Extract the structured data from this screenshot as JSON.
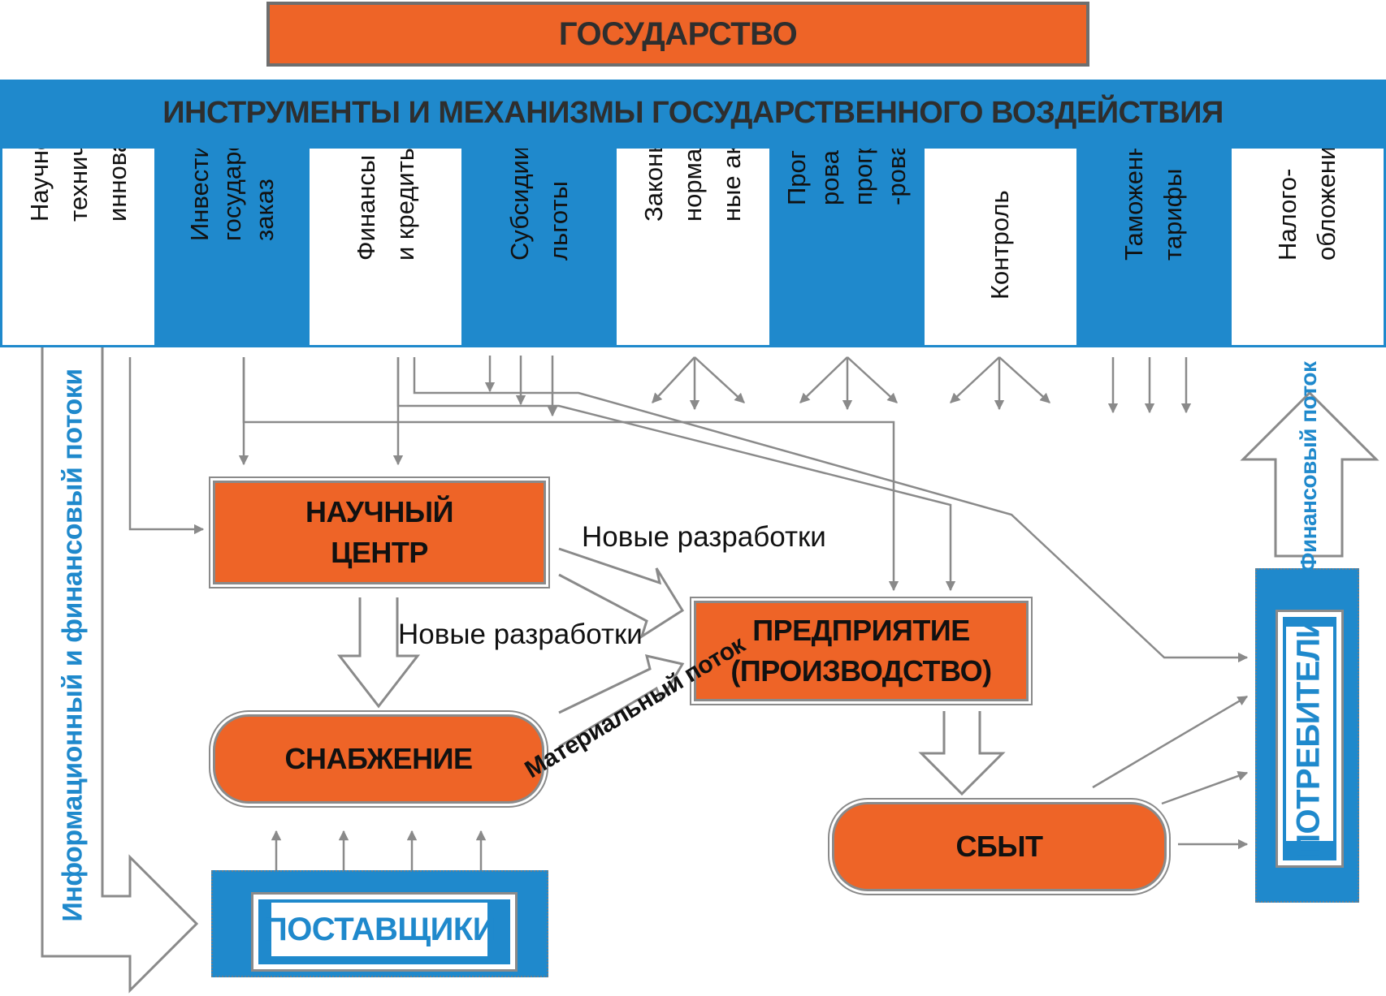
{
  "header": {
    "state": "ГОСУДАРСТВО",
    "instruments": "ИНСТРУМЕНТЫ И МЕХАНИЗМЫ ГОСУДАРСТВЕННОГО ВОЗДЕЙСТВИЯ"
  },
  "tools": [
    {
      "label": "Научно-\nтехнические\nинновации",
      "color": "white"
    },
    {
      "label": "Инвестиции,\nгосударственный\nзаказ",
      "color": "blue"
    },
    {
      "label": "Финансы\nи кредиты",
      "color": "white"
    },
    {
      "label": "Субсидии и\nльготы",
      "color": "blue"
    },
    {
      "label": "Законы и\nнорматив-\nные акты",
      "color": "white"
    },
    {
      "label": "Прогнози-\nрование и\nпрограмми\n-рование",
      "color": "blue"
    },
    {
      "label": "Контроль",
      "color": "white"
    },
    {
      "label": "Таможенные\nтарифы",
      "color": "blue"
    },
    {
      "label": "Налого-\nобложение",
      "color": "white"
    }
  ],
  "nodes": {
    "science": "НАУЧНЫЙ\nЦЕНТР",
    "enterprise": "ПРЕДПРИЯТИЕ\n(ПРОИЗВОДСТВО)",
    "supply": "СНАБЖЕНИЕ",
    "sales": "СБЫТ",
    "suppliers": "ПОСТАВЩИКИ",
    "consumers": "ПОТРЕБИТЕЛИ"
  },
  "labels": {
    "new_dev_1": "Новые разработки",
    "new_dev_2": "Новые разработки",
    "material_flow": "Материальный поток",
    "info_fin_flow": "Информационный и финансовый потоки",
    "fin_flow": "Финансовый поток"
  },
  "colors": {
    "orange": "#ee6427",
    "blue": "#1f89cc",
    "gray": "#8a8a8a",
    "text": "#2e2e2e"
  }
}
